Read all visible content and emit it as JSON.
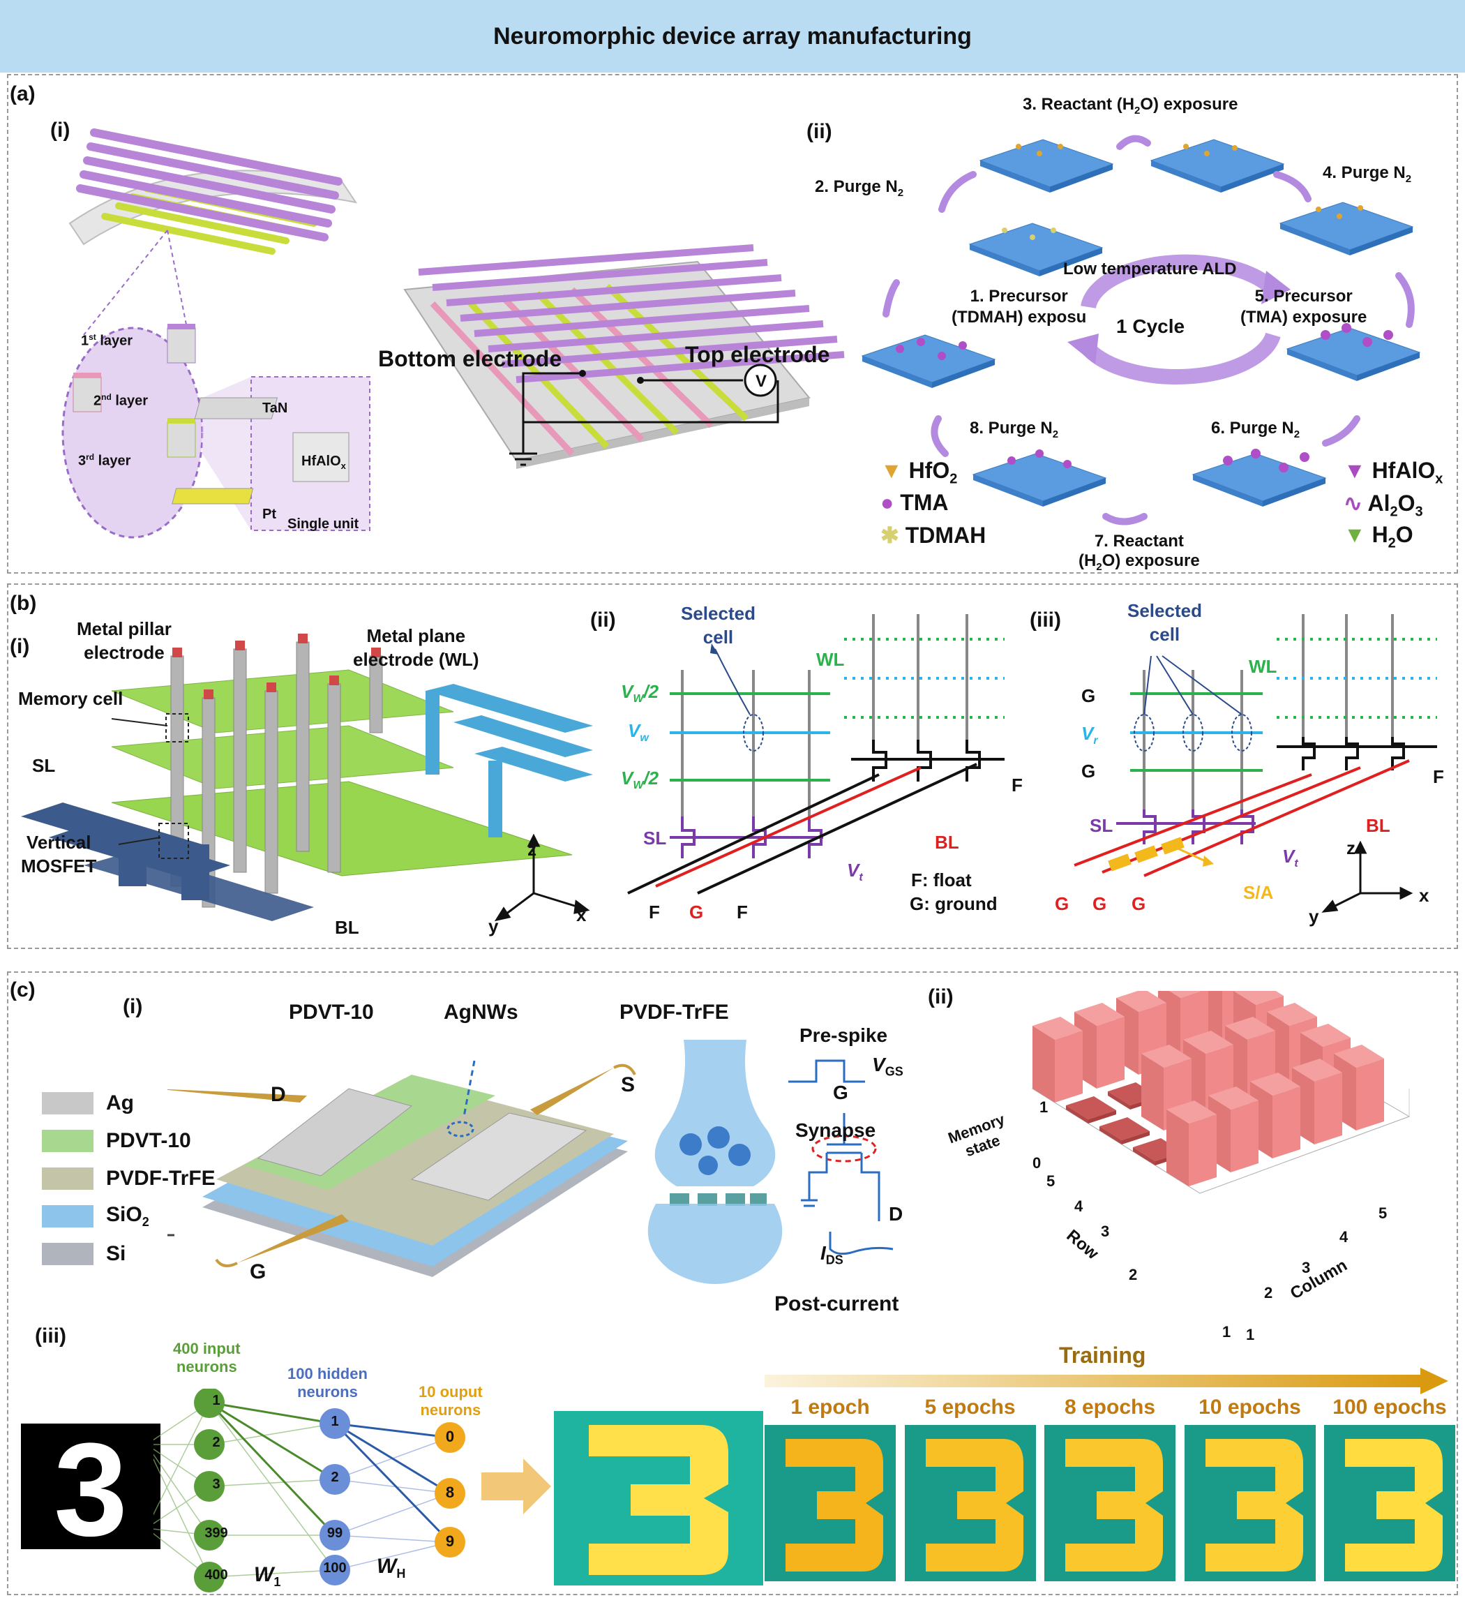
{
  "header": {
    "title": "Neuromorphic device array manufacturing"
  },
  "panel_a": {
    "label": "(a)",
    "i": {
      "label": "(i)",
      "layer1_num": "1",
      "layer1_sup": "st",
      "layer1_txt": " layer",
      "layer2_num": "2",
      "layer2_sup": "nd",
      "layer2_txt": " layer",
      "layer3_num": "3",
      "layer3_sup": "rd",
      "layer3_txt": " layer",
      "unit_top": "TaN",
      "unit_mid_main": "HfAlO",
      "unit_mid_sub": "x",
      "unit_bottom": "Pt",
      "unit_caption": "Single unit",
      "bottom_electrode": "Bottom electrode",
      "top_electrode": "Top electrode",
      "voltmeter": "V"
    },
    "ii": {
      "label": "(ii)",
      "step1_l1": "1. Precursor",
      "step1_l2": "(TDMAH) exposu",
      "step2_main": "2. Purge N",
      "step2_sub": "2",
      "step3_a": "3. Reactant (H",
      "step3_sub": "2",
      "step3_b": "O) exposure",
      "step4_main": "4. Purge N",
      "step4_sub": "2",
      "step5_l1": "5. Precursor",
      "step5_l2": "(TMA) exposure",
      "step6_main": "6. Purge N",
      "step6_sub": "2",
      "step7_l1": "7. Reactant",
      "step7_a": "(H",
      "step7_sub": "2",
      "step7_b": "O) exposure",
      "step8_main": "8. Purge N",
      "step8_sub": "2",
      "center_title": "Low temperature ALD",
      "cycle": "1 Cycle",
      "legend_left": [
        {
          "main": "HfO",
          "sub": "2",
          "color": "#e0a530"
        },
        {
          "main": "TMA",
          "sub": "",
          "color": "#b04ec8"
        },
        {
          "main": "TDMAH",
          "sub": "",
          "color": "#d8d070"
        }
      ],
      "legend_right": [
        {
          "main": "HfAlO",
          "sub": "x",
          "color": "#a84cc0"
        },
        {
          "main": "Al",
          "sub": "2",
          "tail": "O",
          "sub2": "3",
          "color": "#a84cc0"
        },
        {
          "main": "H",
          "sub": "2",
          "tail": "O",
          "sub2": "",
          "color": "#70b040"
        }
      ]
    }
  },
  "panel_b": {
    "label": "(b)",
    "i": {
      "label": "(i)",
      "metal_pillar": "Metal pillar\nelectrode",
      "metal_plane": "Metal plane\nelectrode (WL)",
      "memory_cell": "Memory cell",
      "sl": "SL",
      "vertical_mosfet": "Vertical\nMOSFET",
      "bl": "BL",
      "axis_z": "z",
      "axis_y": "y",
      "axis_x": "x"
    },
    "ii": {
      "label": "(ii)",
      "selected_cell": "Selected\ncell",
      "wl": "WL",
      "vw_half_top": "V",
      "vw_half_top_sub": "W",
      "vw_half_top_tail": "/2",
      "vw": "V",
      "vw_sub": "w",
      "vw_half_bottom": "V",
      "vw_half_bottom_sub": "W",
      "vw_half_bottom_tail": "/2",
      "f_right": "F",
      "sl": "SL",
      "bl": "BL",
      "vt": "V",
      "vt_sub": "t",
      "bottom_f1": "F",
      "bottom_g": "G",
      "bottom_f2": "F",
      "legend_float": "F: float",
      "legend_ground": "G: ground"
    },
    "iii": {
      "label": "(iii)",
      "selected_cell": "Selected\ncell",
      "wl": "WL",
      "g_top": "G",
      "vr": "V",
      "vr_sub": "r",
      "g_bottom": "G",
      "f_right": "F",
      "sl": "SL",
      "bl": "BL",
      "vt": "V",
      "vt_sub": "t",
      "bottom_g1": "G",
      "bottom_g2": "G",
      "bottom_g3": "G",
      "sa": "S/A",
      "axis_z": "z",
      "axis_y": "y",
      "axis_x": "x"
    }
  },
  "panel_c": {
    "label": "(c)",
    "i": {
      "label": "(i)",
      "pdvt": "PDVT-10",
      "agnws": "AgNWs",
      "pvdf": "PVDF-TrFE",
      "d": "D",
      "s": "S",
      "g": "G",
      "legend": [
        {
          "name": "Ag",
          "color": "#c8c8c8"
        },
        {
          "name": "PDVT-10",
          "color": "#a8d890"
        },
        {
          "name": "PVDF-TrFE",
          "color": "#c4c4a8"
        },
        {
          "name": "SiO",
          "sub": "2",
          "color": "#8cc4ec"
        },
        {
          "name": "Si",
          "color": "#b0b4bc"
        }
      ],
      "pre_spike": "Pre-spike",
      "vgs_main": "V",
      "vgs_sub": "GS",
      "g_label": "G",
      "synapse": "Synapse",
      "d_label": "D",
      "ids_main": "I",
      "ids_sub": "DS",
      "post_current": "Post-current"
    },
    "ii": {
      "label": "(ii)",
      "z_label": "Memory\nstate",
      "z_ticks": [
        "1",
        "0"
      ],
      "row_label": "Row",
      "col_label": "Column",
      "row_ticks": [
        "5",
        "4",
        "3",
        "2",
        "1"
      ],
      "col_ticks": [
        "1",
        "2",
        "3",
        "4",
        "5"
      ]
    },
    "iii": {
      "label": "(iii)",
      "input_title": "400 input\nneurons",
      "hidden_title": "100 hidden\nneurons",
      "output_title": "10 ouput\nneurons",
      "input_nodes": [
        "1",
        "2",
        "3",
        "399",
        "400"
      ],
      "hidden_nodes": [
        "1",
        "2",
        "99",
        "100"
      ],
      "output_nodes": [
        "0",
        "8",
        "9"
      ],
      "w1_main": "W",
      "w1_sub": "1",
      "wh_main": "W",
      "wh_sub": "H",
      "digit": "3",
      "training": "Training",
      "epochs": [
        "1 epoch",
        "5 epochs",
        "8 epochs",
        "10 epochs",
        "100 epochs"
      ]
    }
  }
}
